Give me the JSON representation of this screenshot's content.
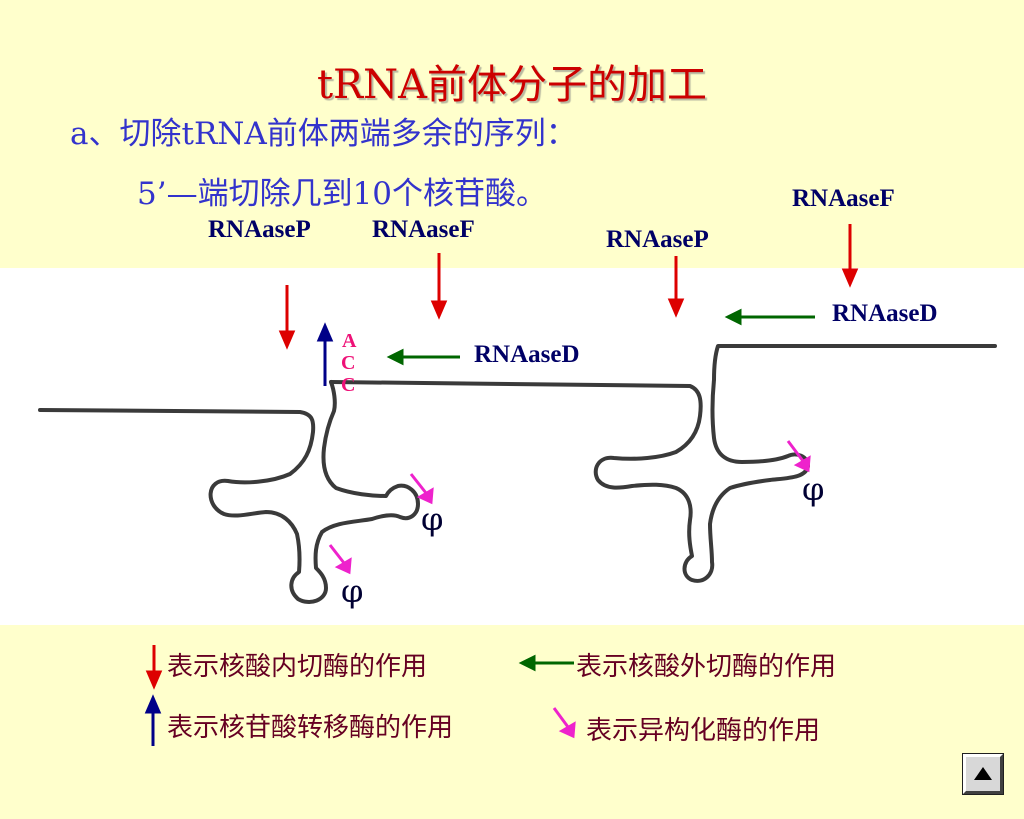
{
  "slide": {
    "title": "tRNA前体分子的加工",
    "subtitle_a": "a、切除tRNA前体两端多余的序列：",
    "subtitle_b": "5’—端切除几到10个核苷酸。"
  },
  "diagram": {
    "labels": {
      "rnaase_p_left": "RNAaseP",
      "rnaase_f_left": "RNAaseF",
      "rnaase_d_left": "RNAaseD",
      "rnaase_p_right": "RNAaseP",
      "rnaase_f_right": "RNAaseF",
      "rnaase_d_right": "RNAaseD",
      "acc_a": "A",
      "acc_c1": "C",
      "acc_c2": "C",
      "phi_1": "φ",
      "phi_2": "φ",
      "phi_3": "φ"
    },
    "colors": {
      "endonuclease": "#dd0000",
      "exonuclease": "#006600",
      "transferase": "#000088",
      "isomerase": "#ee22cc"
    }
  },
  "legend": {
    "endonuclease": "表示核酸内切酶的作用",
    "exonuclease": "表示核酸外切酶的作用",
    "transferase": "表示核苷酸转移酶的作用",
    "isomerase": "表示异构化酶的作用"
  },
  "nav": {
    "icon": "triangle-up-icon"
  }
}
